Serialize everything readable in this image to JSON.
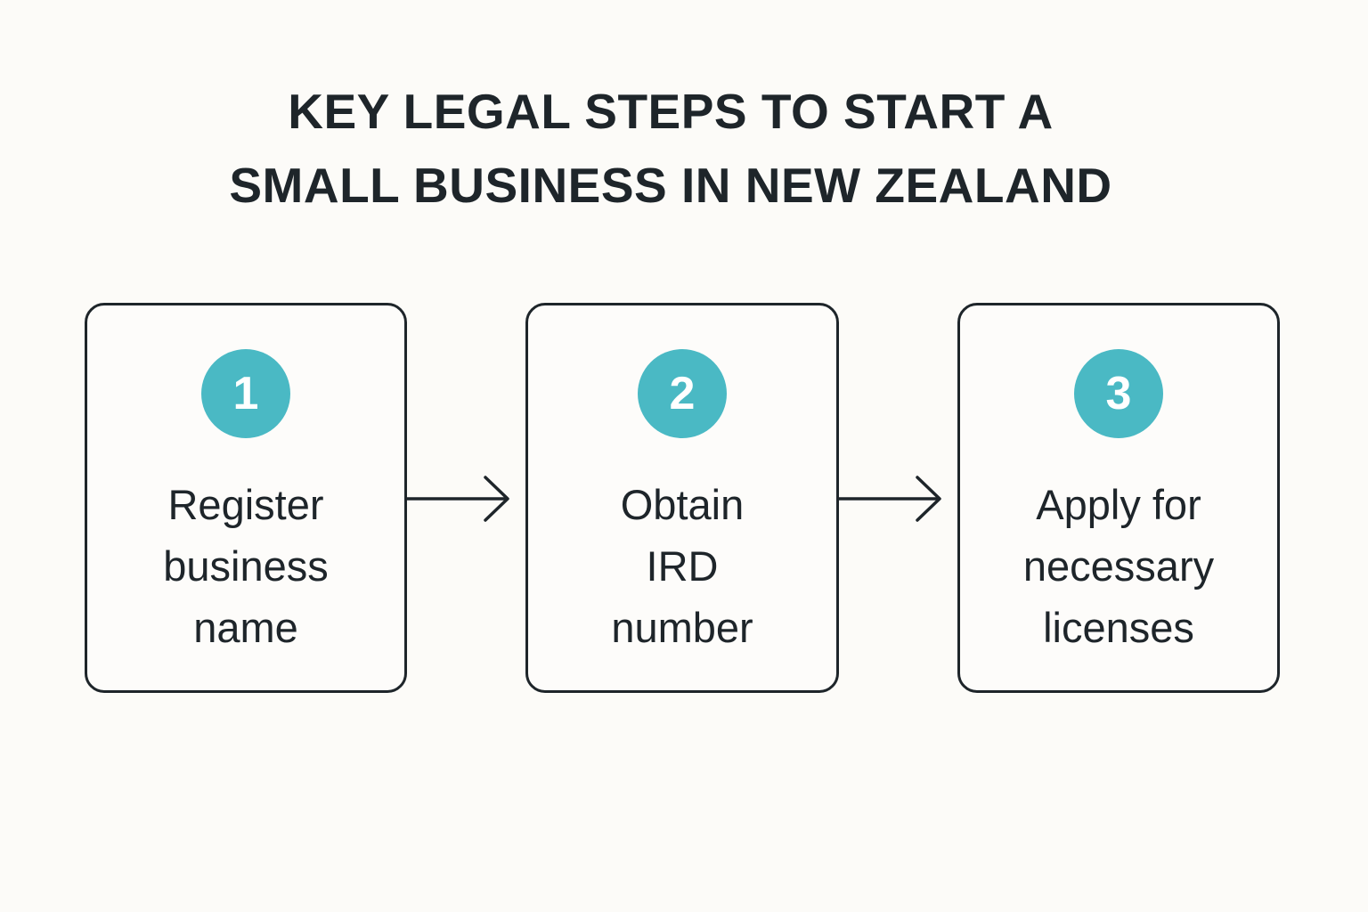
{
  "title": {
    "line1": "KEY LEGAL STEPS TO START A",
    "line2": "SMALL BUSINESS IN NEW ZEALAND"
  },
  "colors": {
    "accent": "#4ab9c4",
    "text": "#1e252a",
    "background": "#fcfbf8"
  },
  "steps": [
    {
      "number": "1",
      "lines": [
        "Register",
        "business",
        "name"
      ]
    },
    {
      "number": "2",
      "lines": [
        "Obtain",
        "IRD",
        "number"
      ]
    },
    {
      "number": "3",
      "lines": [
        "Apply for",
        "necessary",
        "licenses"
      ]
    }
  ],
  "connectors": [
    {
      "from": "1",
      "to": "2",
      "icon": "arrow-right-icon"
    },
    {
      "from": "2",
      "to": "3",
      "icon": "arrow-right-icon"
    }
  ]
}
